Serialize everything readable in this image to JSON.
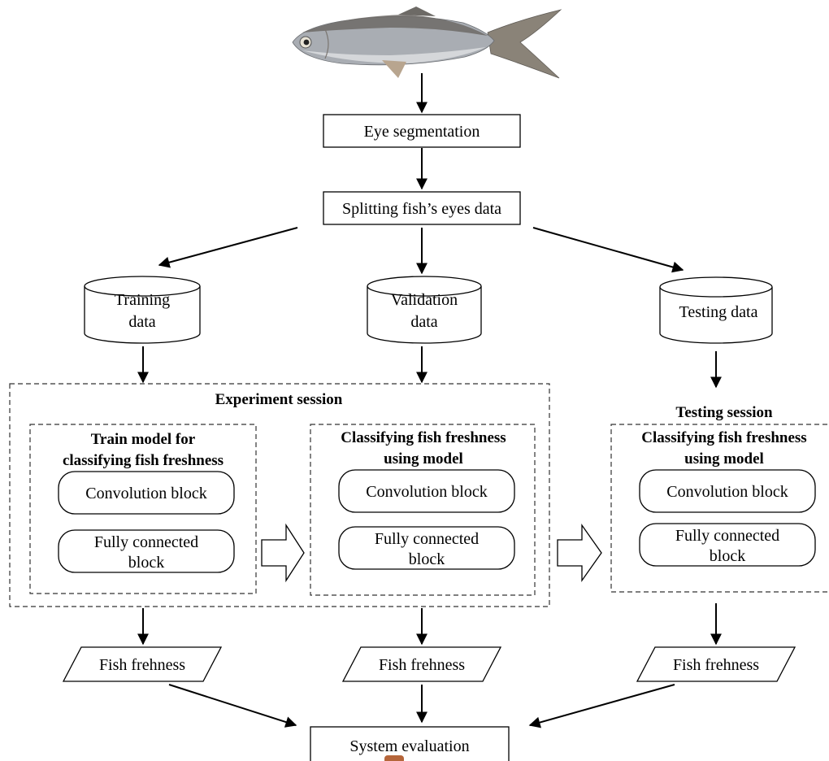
{
  "nodes": {
    "eye_segmentation": "Eye segmentation",
    "splitting": "Splitting fish’s eyes data",
    "training_data": [
      "Training",
      "data"
    ],
    "validation_data": [
      "Validation",
      "data"
    ],
    "testing_data": "Testing data",
    "system_evaluation": "System evaluation"
  },
  "groups": {
    "experiment_session": "Experiment session",
    "testing_session": "Testing session",
    "train_model": [
      "Train model for",
      "classifying fish freshness"
    ],
    "classify_experiment": [
      "Classifying fish freshness",
      "using model"
    ],
    "classify_testing": [
      "Classifying fish freshness",
      "using model"
    ]
  },
  "blocks": {
    "convolution": "Convolution block",
    "fully_connected": [
      "Fully connected",
      "block"
    ]
  },
  "outputs": {
    "fish_freshness": "Fish frehness"
  },
  "colors": {
    "fish_body": "#a9adb3",
    "fish_back": "#6d6a66",
    "fish_belly": "#d9dbde",
    "fish_fin": "#8a8378",
    "stroke": "#000000",
    "dash": "#333333",
    "badge": "#b5653a"
  }
}
